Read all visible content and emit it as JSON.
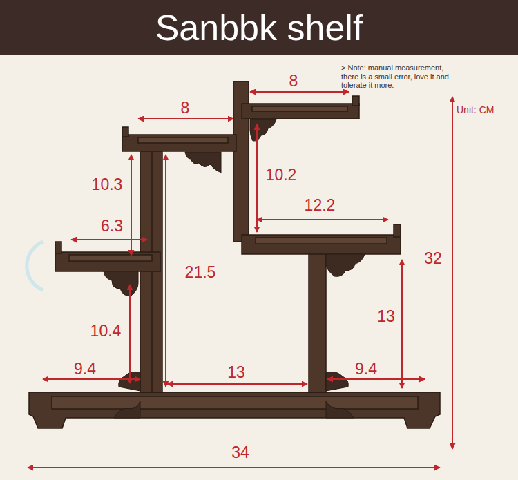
{
  "diagram": {
    "title": "Sanbbk shelf",
    "labels": [
      "> Note: manual measurement, there is a small error, love it and tolerate it more.",
      "8",
      "8",
      "Unit: CM",
      "10.3",
      "10.2",
      "12.2",
      "6.3",
      "32",
      "21.5",
      "13",
      "10.4",
      "9.4",
      "13",
      "9.4",
      "34"
    ]
  }
}
